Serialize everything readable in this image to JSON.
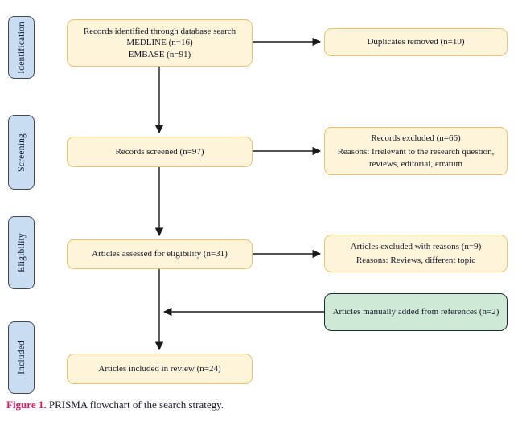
{
  "figure": {
    "caption_label": "Figure 1.",
    "caption_text": " PRISMA flowchart of the search strategy."
  },
  "stages": {
    "identification": "Identification",
    "screening": "Screening",
    "eligibility": "Eligibility",
    "included": "Included"
  },
  "boxes": {
    "identified": {
      "line1": "Records identified through database search",
      "line2": "MEDLINE (n=16)",
      "line3": "EMBASE (n=91)"
    },
    "duplicates": {
      "text": "Duplicates removed (n=10)"
    },
    "screened": {
      "text": "Records screened (n=97)"
    },
    "records_excluded": {
      "title": "Records excluded (n=66)",
      "reasons": "Reasons: Irrelevant to the research question, reviews, editorial, erratum"
    },
    "assessed": {
      "text": "Articles assessed for eligibility (n=31)"
    },
    "articles_excluded": {
      "title": "Articles excluded with reasons (n=9)",
      "reasons": "Reasons: Reviews, different topic"
    },
    "manual_added": {
      "text": "Articles manually added from references (n=2)"
    },
    "included": {
      "text": "Articles included in review (n=24)"
    }
  },
  "colors": {
    "flow_box_fill": "#fdf4d9",
    "flow_box_border": "#eec170",
    "stage_label_fill": "#c8ddf2",
    "stage_label_border": "#45494f",
    "manual_box_fill": "#cfe9d7",
    "manual_box_border": "#1f2937",
    "arrow": "#1a1a1a",
    "caption_accent": "#d41e68"
  }
}
